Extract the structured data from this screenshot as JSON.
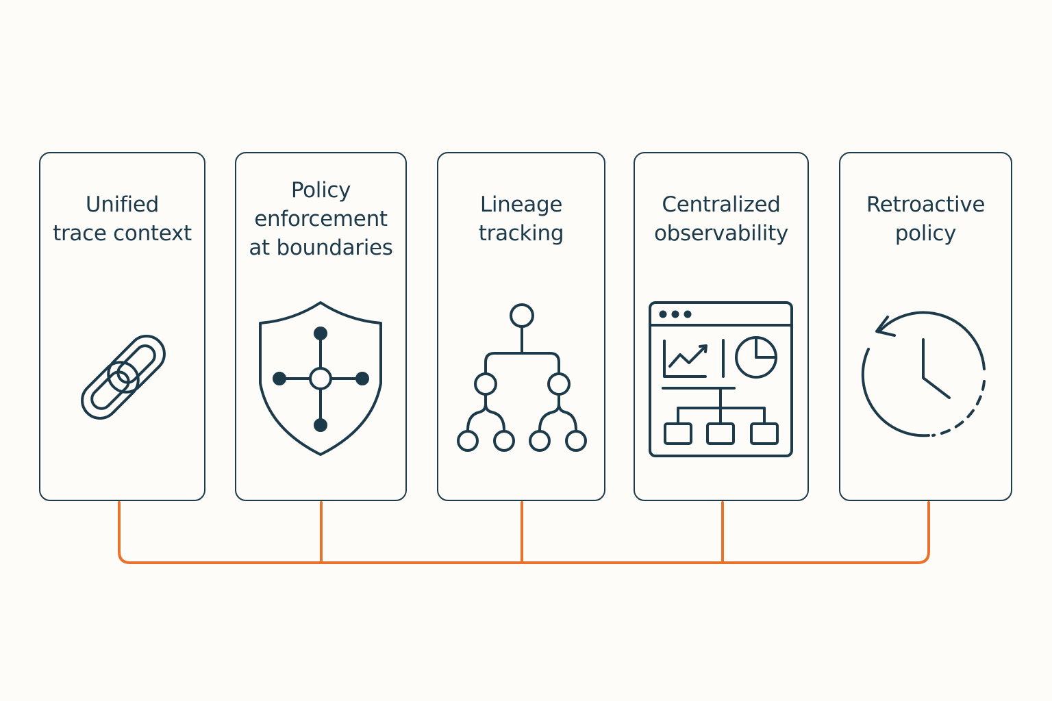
{
  "colors": {
    "background": "#fdfcf8",
    "ink": "#1c3a4a",
    "connector": "#e8712b"
  },
  "cards": [
    {
      "title": "Unified\ntrace context",
      "icon": "chain-link-icon"
    },
    {
      "title": "Policy\nenforcement\nat boundaries",
      "icon": "shield-network-icon"
    },
    {
      "title": "Lineage\ntracking",
      "icon": "tree-hierarchy-icon"
    },
    {
      "title": "Centralized\nobservability",
      "icon": "dashboard-window-icon"
    },
    {
      "title": "Retroactive\npolicy",
      "icon": "history-clock-icon"
    }
  ]
}
